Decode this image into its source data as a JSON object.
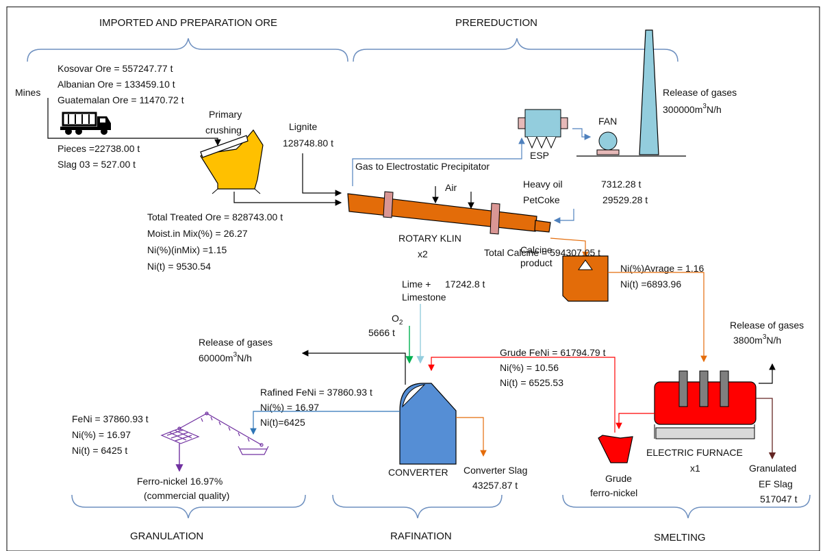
{
  "sections": {
    "top_left": "IMPORTED AND PREPARATION ORE",
    "top_right": "PREREDUCTION",
    "bottom_left": "GRANULATION",
    "bottom_mid": "RAFINATION",
    "bottom_right": "SMELTING"
  },
  "mines": {
    "label": "Mines",
    "ores": [
      "Kosovar Ore = 557247.77 t",
      "Albanian Ore = 133459.10 t",
      "Guatemalan Ore = 11470.72 t"
    ],
    "pieces": "Pieces =22738.00 t",
    "slag": "Slag 03 = 527.00 t"
  },
  "crusher": {
    "label1": "Primary",
    "label2": "crushing"
  },
  "lignite": {
    "label": "Lignite",
    "value": "128748.80 t"
  },
  "gas_to_esp": "Gas to Electrostatic Precipitator",
  "esp_label": "ESP",
  "fan_label": "FAN",
  "release_top": {
    "label": "Release of gases",
    "value": "300000m",
    "unit": "N/h"
  },
  "air_label": "Air",
  "fuel": {
    "heavy_oil": "Heavy oil",
    "heavy_oil_val": "7312.28 t",
    "petcoke": "PetCoke",
    "petcoke_val": "29529.28 t"
  },
  "treated_ore": [
    "Total Treated Ore = 828743.00 t",
    "Moist.in Mix(%) = 26.27",
    "Ni(%)(inMix) =1.15",
    "Ni(t) = 9530.54"
  ],
  "kiln": {
    "label": "ROTARY KLIN",
    "count": "x2"
  },
  "calcine_product": {
    "line1": "Calcine",
    "line2": "product"
  },
  "calcine": [
    "Total Calcine = 594307.05 t",
    "Ni(%)Avrage = 1.16",
    "Ni(t) =6893.96"
  ],
  "lime": {
    "line1": "Lime +",
    "line2": "Limestone",
    "value": "17242.8 t"
  },
  "oxygen": {
    "label": "O",
    "sub": "2",
    "value": "5666 t"
  },
  "release_conv": {
    "label": "Release of gases",
    "value": "60000m",
    "unit": "N/h"
  },
  "release_ef": {
    "label": "Release of gases",
    "value": "3800m",
    "unit": "N/h"
  },
  "crude_feni": [
    "Grude FeNi = 61794.79 t",
    "Ni(%) = 10.56",
    "Ni(t) = 6525.53"
  ],
  "refined_feni": [
    "Rafined FeNi = 37860.93 t",
    "Ni(%) = 16.97",
    "Ni(t)=6425"
  ],
  "feni": [
    "FeNi = 37860.93 t",
    "Ni(%) = 16.97",
    "Ni(t) = 6425 t"
  ],
  "ferro_nickel": {
    "line1": "Ferro-nickel 16.97%",
    "line2": "(commercial quality)"
  },
  "converter_label": "CONVERTER",
  "converter_slag": {
    "line1": "Converter Slag",
    "line2": "43257.87 t"
  },
  "crude_fn": {
    "line1": "Grude",
    "line2": "ferro-nickel"
  },
  "furnace": {
    "label": "ELECTRIC FURNACE",
    "count": "x1"
  },
  "ef_slag": {
    "line1": "Granulated",
    "line2": "EF Slag",
    "line3": "517047 t"
  },
  "colors": {
    "crusher": "#FFC000",
    "kiln": "#E36C09",
    "esp": "#93CDDD",
    "converter": "#558ED5",
    "furnace": "#FF0000",
    "granulator": "#7030A0",
    "flow_blue": "#4F81BD",
    "flow_orange": "#E46C0A",
    "flow_green": "#00B050",
    "flow_red": "#FF0000",
    "flow_brown": "#632523"
  }
}
